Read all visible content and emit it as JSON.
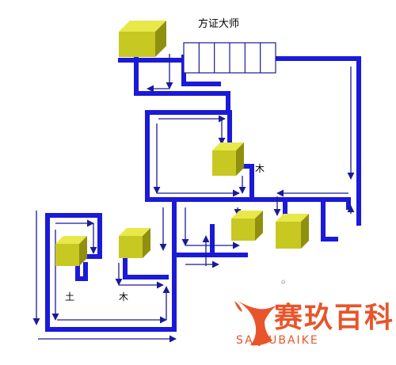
{
  "labels": {
    "title": "方证大师",
    "wood_upper": "木",
    "earth_lower": "土",
    "wood_lower": "木",
    "tiny_mark": "⌂"
  },
  "watermark": {
    "cn": "赛玖百科",
    "en": "SAIJIUBAIKE",
    "icon": "fishtail-logo-icon",
    "color": "#e8552a"
  },
  "colors": {
    "pipe": "#1a1ad8",
    "arrow": "#1a1a99",
    "cube_front": "#c8c822",
    "cube_top": "#e8e84a",
    "cube_side": "#8f8f10"
  }
}
